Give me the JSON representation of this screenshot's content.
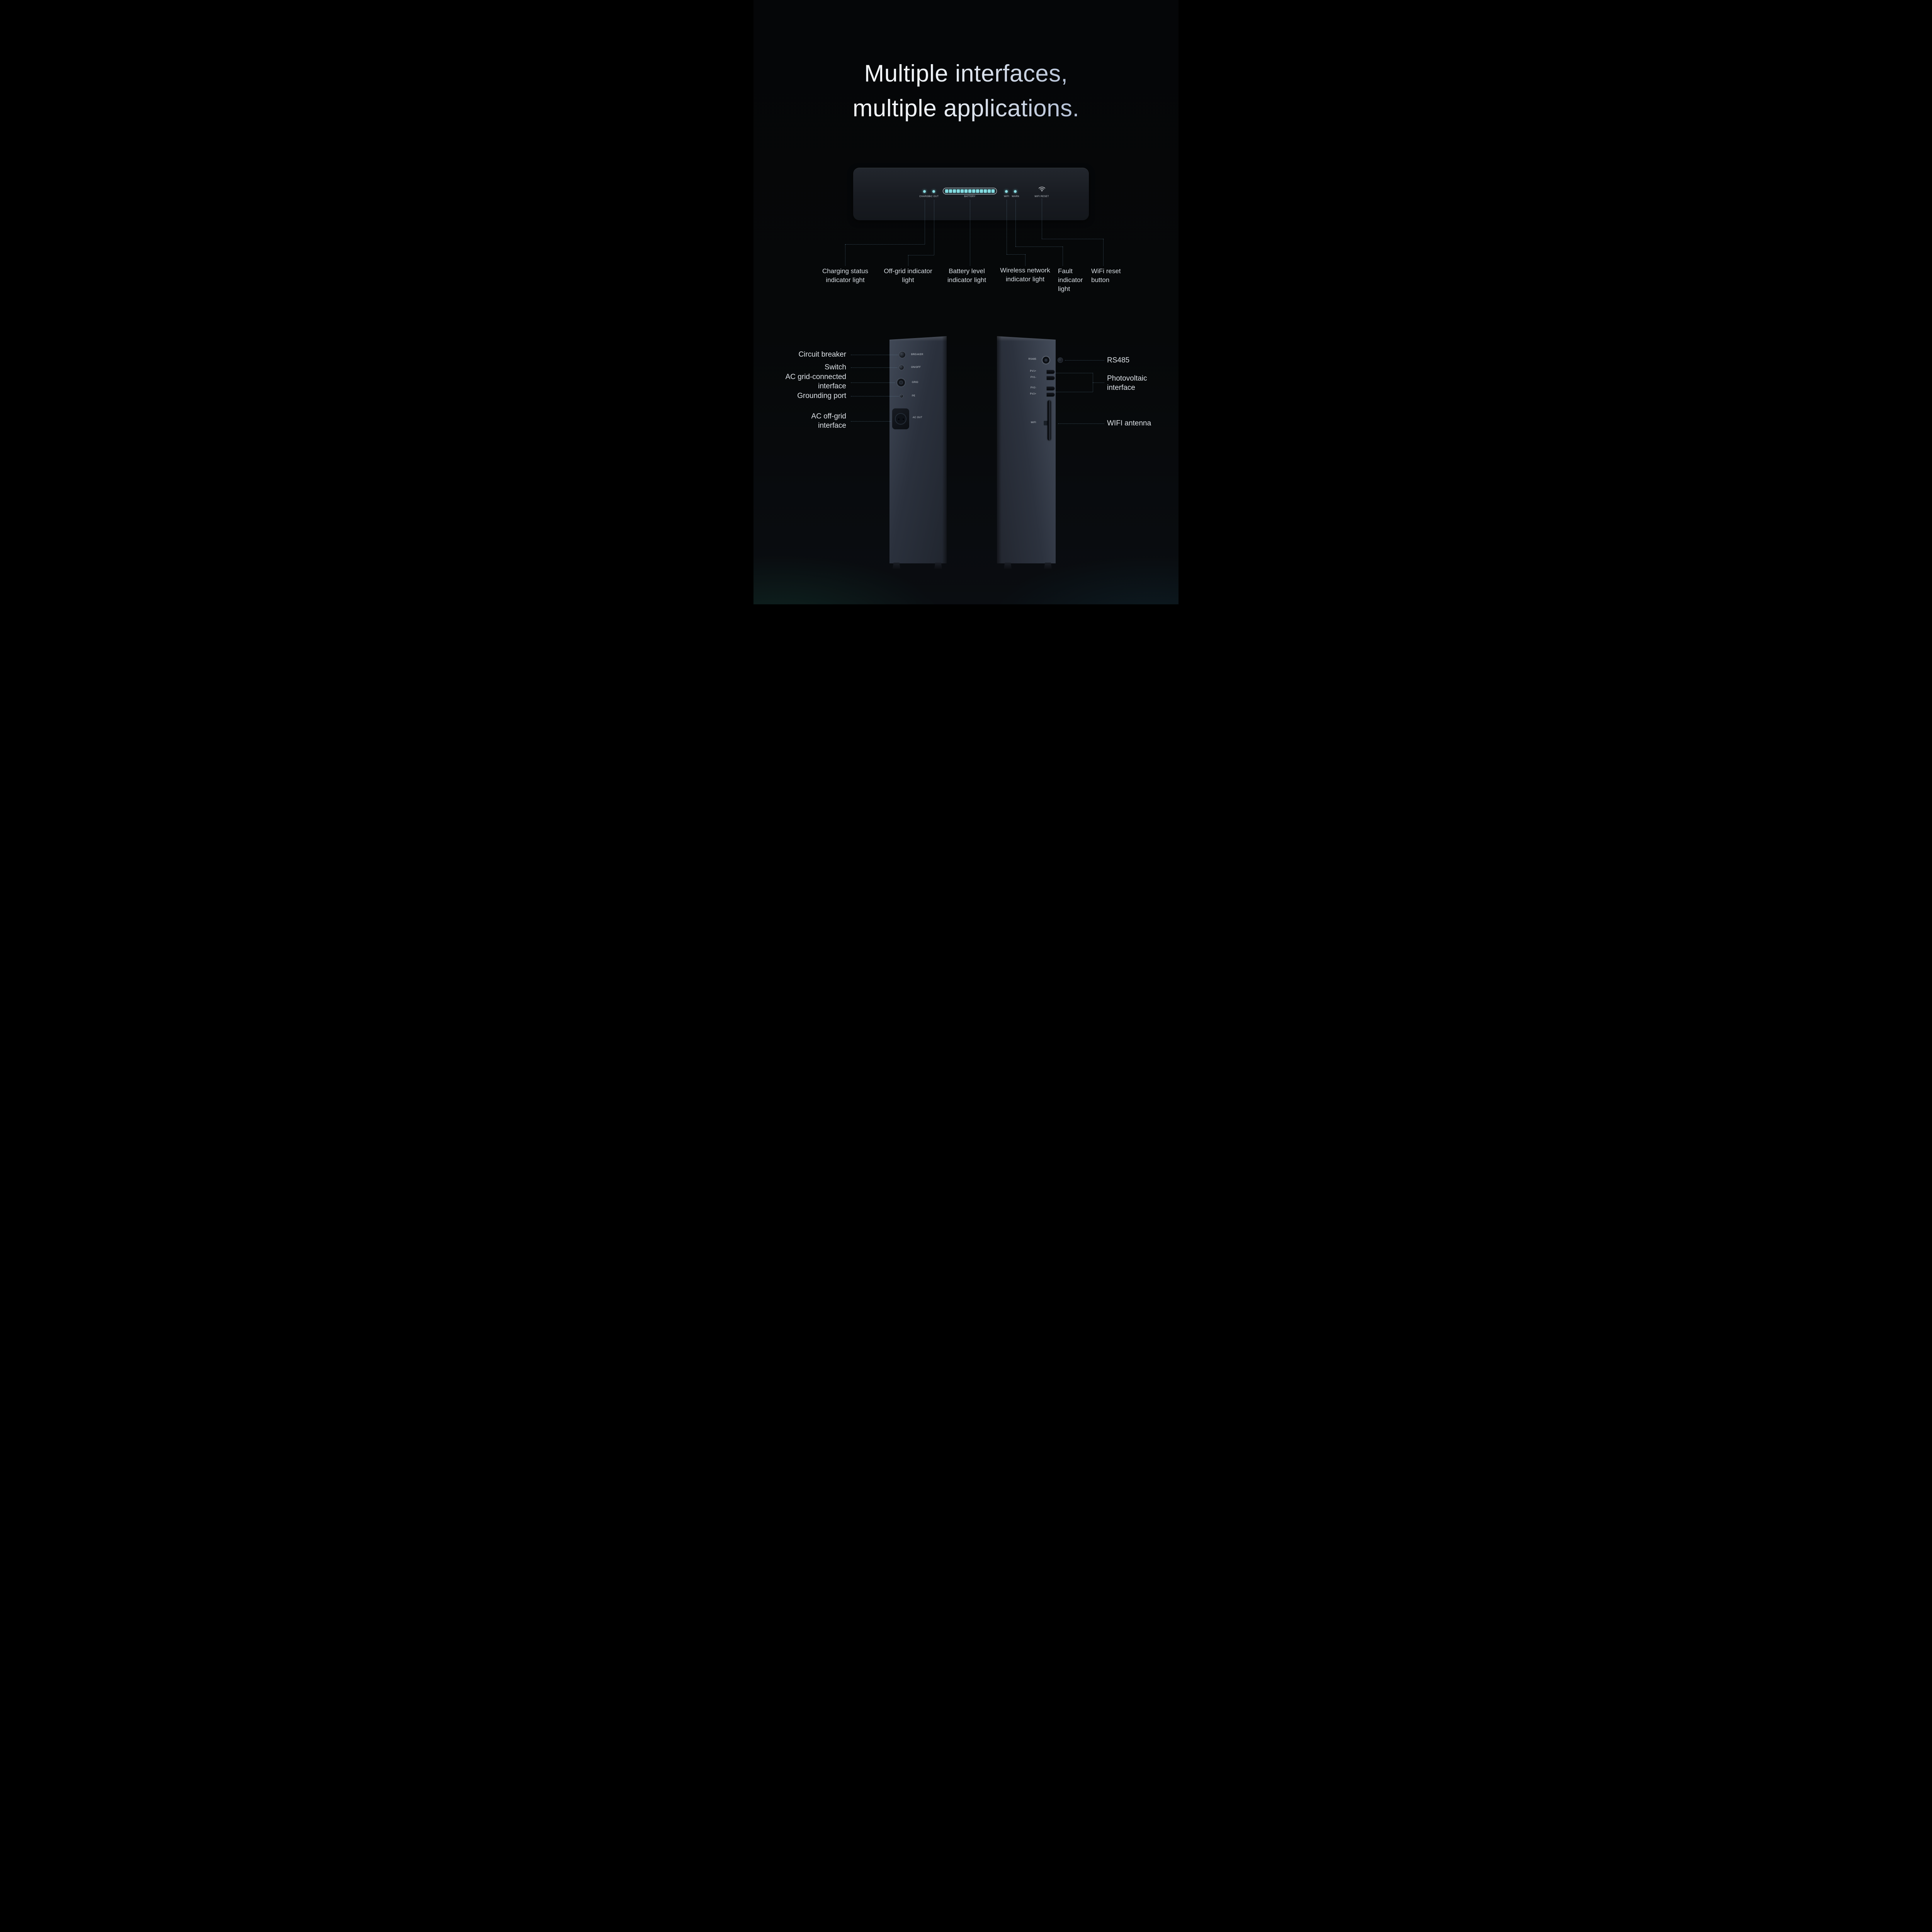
{
  "title": {
    "line1": "Multiple interfaces,",
    "line2": "multiple applications."
  },
  "top_panel": {
    "leds": [
      {
        "label": "CHARGE"
      },
      {
        "label": "AC OUT"
      }
    ],
    "battery_label": "BATTERY",
    "battery_segments": 13,
    "right_leds": [
      {
        "label": "WIFI"
      },
      {
        "label": "WARN"
      }
    ],
    "wifi_reset_label": "WIFI RESET"
  },
  "top_callouts": [
    {
      "text": "Charging status indicator light"
    },
    {
      "text": "Off-grid indicator light"
    },
    {
      "text": "Battery level indicator light"
    },
    {
      "text": "Wireless network indicator light"
    },
    {
      "text": "Fault indicator light"
    },
    {
      "text": "WiFi reset button"
    }
  ],
  "left_device": {
    "ports": [
      {
        "label": "BREAKER"
      },
      {
        "label": "ON/OFF"
      },
      {
        "label": "GRID"
      },
      {
        "label": "PE"
      },
      {
        "label": "AC OUT"
      }
    ]
  },
  "left_callouts": [
    {
      "text": "Circuit breaker"
    },
    {
      "text": "Switch"
    },
    {
      "text": "AC grid-connected interface"
    },
    {
      "text": "Grounding port"
    },
    {
      "text": "AC off-grid interface"
    }
  ],
  "right_device": {
    "ports": [
      {
        "label": "RS485"
      },
      {
        "label": "PV1+"
      },
      {
        "label": "PV1-"
      },
      {
        "label": "PV2-"
      },
      {
        "label": "PV2+"
      },
      {
        "label": "WIFI"
      }
    ]
  },
  "right_callouts": [
    {
      "text": "RS485"
    },
    {
      "text": "Photovoltaic interface"
    },
    {
      "text": "WIFI antenna"
    }
  ],
  "icons": {
    "wifi_reset": "wifi-arcs",
    "indicator_led": "glowing-dot",
    "battery_gauge": "segmented-pill"
  },
  "colors": {
    "accent_teal": "#84dce1",
    "title_gradient_end": "#8fa0c0",
    "leader_line": "#7098b2",
    "callout_text": "#d6dce2",
    "background_top": "#050608",
    "background_bottom": "#0a0d11",
    "device_body": "#2b313d"
  }
}
